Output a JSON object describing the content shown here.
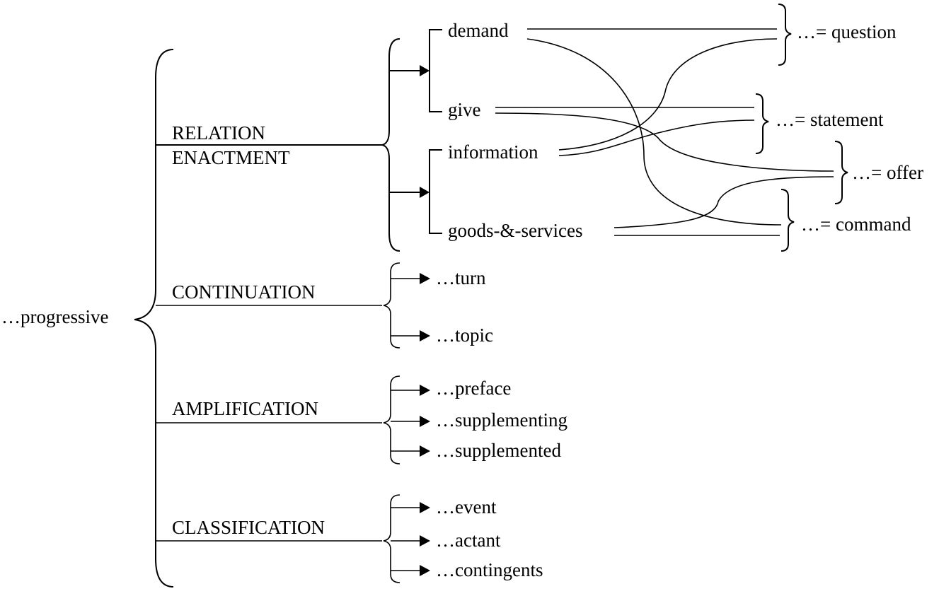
{
  "root": {
    "label": "…progressive"
  },
  "categories": {
    "relation_line1": "RELATION",
    "relation_line2": "ENACTMENT",
    "continuation": "CONTINUATION",
    "amplification": "AMPLIFICATION",
    "classification": "CLASSIFICATION"
  },
  "relation": {
    "role": [
      "demand",
      "give"
    ],
    "commodity": [
      "information",
      "goods-&-services"
    ]
  },
  "speech_functions": [
    "…= question",
    "…= statement",
    "…= offer",
    "…= command"
  ],
  "continuation_items": [
    "…turn",
    "…topic"
  ],
  "amplification_items": [
    "…preface",
    "…supplementing",
    "…supplemented"
  ],
  "classification_items": [
    "…event",
    "…actant",
    "…contingents"
  ],
  "colors": {
    "ink": "#000000",
    "background": "#ffffff"
  }
}
